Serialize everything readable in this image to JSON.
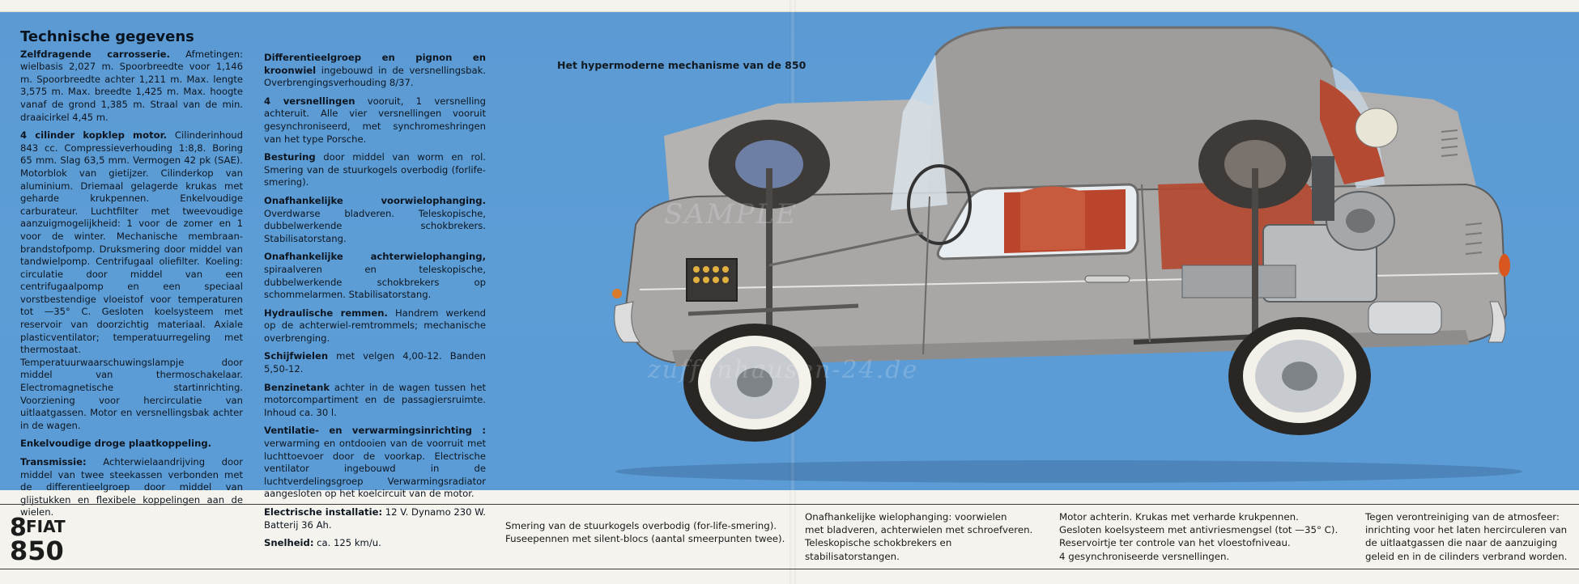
{
  "left_page": {
    "heading": "Technische gegevens",
    "col1": [
      {
        "title": "Zelfdragende carrosserie.",
        "text": "Afmetingen: wielbasis 2,027 m. Spoorbreedte voor 1,146 m. Spoorbreedte achter 1,211 m. Max. lengte 3,575 m. Max. breedte 1,425 m. Max. hoogte vanaf de grond 1,385 m. Straal van de min. draaicirkel 4,45 m."
      },
      {
        "title": "4 cilinder kopklep motor.",
        "text": "Cilinderinhoud 843 cc. Compressieverhouding 1:8,8. Boring 65 mm. Slag 63,5 mm. Vermogen 42 pk (SAE). Motorblok van gietijzer. Cilinderkop van aluminium. Driemaal gelagerde krukas met geharde krukpennen. Enkelvoudige carburateur. Luchtfilter met tweevoudige aanzuigmogelijkheid: 1 voor de zomer en 1 voor de winter. Mechanische membraan-brandstofpomp. Druksmering door middel van tandwielpomp. Centrifugaal oliefilter. Koeling: circulatie door middel van een centrifugaalpomp en een speciaal vorstbestendige vloeistof voor temperaturen tot —35° C. Gesloten koelsysteem met reservoir van doorzichtig materiaal. Axiale plasticventilator; temperatuurregeling met thermostaat. Temperatuurwaarschuwingslampje door middel van thermoschakelaar. Electromagnetische startinrichting. Voorziening voor hercirculatie van uitlaatgassen. Motor en versnellingsbak achter in de wagen."
      },
      {
        "title": "Enkelvoudige droge plaatkoppeling.",
        "text": ""
      },
      {
        "title": "Transmissie:",
        "text": "Achterwielaandrijving door middel van twee steekassen verbonden met de differentieelgroep door middel van glijstukken en flexibele koppelingen aan de wielen."
      }
    ],
    "col2": [
      {
        "title": "Differentieelgroep en pignon en kroonwiel",
        "text": "ingebouwd in de versnellingsbak. Overbrengingsverhouding 8/37."
      },
      {
        "title": "4 versnellingen",
        "text": "vooruit, 1 versnelling achteruit. Alle vier versnellingen vooruit gesynchroniseerd, met synchromeshringen van het type Porsche."
      },
      {
        "title": "Besturing",
        "text": "door middel van worm en rol. Smering van de stuurkogels overbodig (forlife-smering)."
      },
      {
        "title": "Onafhankelijke voorwielophanging.",
        "text": "Overdwarse bladveren. Teleskopische, dubbelwerkende schokbrekers. Stabilisatorstang."
      },
      {
        "title": "Onafhankelijke achterwielophanging,",
        "text": "spiraalveren en teleskopische, dubbelwerkende schokbrekers op schommelarmen. Stabilisatorstang."
      },
      {
        "title": "Hydraulische remmen.",
        "text": "Handrem werkend op de achterwiel-remtrommels; mechanische overbrenging."
      },
      {
        "title": "Schijfwielen",
        "text": "met velgen 4,00-12. Banden 5,50-12."
      },
      {
        "title": "Benzinetank",
        "text": "achter in de wagen tussen het motorcompartiment en de passagiersruimte. Inhoud ca. 30 l."
      },
      {
        "title": "Ventilatie- en verwarmingsinrichting :",
        "text": "verwarming en ontdooien van de voorruit met luchttoevoer door de voorkap. Electrische ventilator ingebouwd in de luchtverdelingsgroep Verwarmingsradiator aangesloten op het koelcircuit van de motor."
      },
      {
        "title": "Electrische installatie:",
        "text": "12 V. Dynamo 230 W. Batterij 36 Ah."
      },
      {
        "title": "Snelheid:",
        "text": "ca. 125 km/u."
      }
    ]
  },
  "illustration": {
    "caption": "Het hypermoderne mechanisme van de 850",
    "watermark_1": "SAMPLE",
    "watermark_2": "zuffenhausen-24.de",
    "colors": {
      "background": "#5c9cd6",
      "body": "#a9a7a6",
      "interior": "#b8452c",
      "tire": "#2a2623"
    }
  },
  "footer": {
    "logo_top": "FIAT",
    "logo_bottom": "850",
    "captions": [
      "Smering van de stuurkogels overbodig (for-life-smering).\nFuseepennen met silent-blocs (aantal smeerpunten twee).",
      "Onafhankelijke wielophanging: voorwielen\nmet bladveren, achterwielen met schroefveren.\nTeleskopische schokbrekers en\nstabilisatorstangen.",
      "Motor achterin. Krukas met verharde krukpennen.\nGesloten koelsysteem met antivriesmengsel (tot —35° C).\nReservoirtje ter controle van het vloestofniveau.\n4 gesynchroniseerde versnellingen.",
      "Tegen verontreiniging van de atmosfeer:\ninrichting voor het laten hercirculeren van\nde uitlaatgassen die naar de aanzuiging\ngeleid en in de cilinders verbrand worden."
    ]
  }
}
